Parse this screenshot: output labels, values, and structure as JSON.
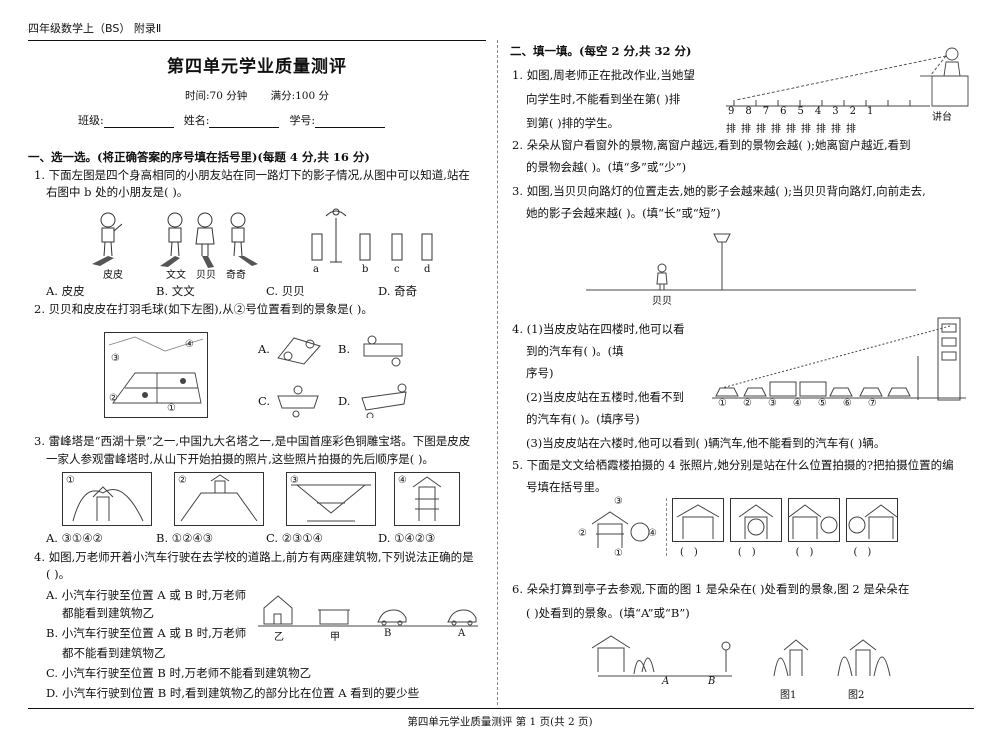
{
  "header": {
    "tag": "四年级数学上（BS） 附录Ⅱ",
    "title": "第四单元学业质量测评",
    "time": "时间:70 分钟",
    "score": "满分:100 分",
    "class_label": "班级:",
    "name_label": "姓名:",
    "id_label": "学号:"
  },
  "section1": {
    "heading": "一、选一选。(将正确答案的序号填在括号里)(每题 4 分,共 16 分)",
    "q1": {
      "line1": "1. 下面左图是四个身高相同的小朋友站在同一路灯下的影子情况,从图中可以知道,站在",
      "line2": "右图中 b 处的小朋友是(      )。",
      "kids": [
        "皮皮",
        "文文",
        "贝贝",
        "奇奇"
      ],
      "slots": [
        "a",
        "b",
        "c",
        "d"
      ],
      "options": [
        "A. 皮皮",
        "B. 文文",
        "C. 贝贝",
        "D. 奇奇"
      ]
    },
    "q2": {
      "line1": "2. 贝贝和皮皮在打羽毛球(如下左图),从②号位置看到的景象是(      )。",
      "options": [
        "A.",
        "B.",
        "C.",
        "D."
      ],
      "positions": [
        "①",
        "②",
        "③",
        "④"
      ]
    },
    "q3": {
      "line1": "3. 雷峰塔是“西湖十景”之一,中国九大名塔之一,是中国首座彩色铜雕宝塔。下图是皮皮",
      "line2": "一家人参观雷峰塔时,从山下开始拍摄的照片,这些照片拍摄的先后顺序是(      )。",
      "photos": [
        "①",
        "②",
        "③",
        "④"
      ],
      "options": [
        "A. ③①④②",
        "B. ①②④③",
        "C. ②③①④",
        "D. ①④②③"
      ]
    },
    "q4": {
      "line1": "4. 如图,万老师开着小汽车行驶在去学校的道路上,前方有两座建筑物,下列说法正确的是",
      "line2": "(      )。",
      "optA1": "A. 小汽车行驶至位置 A 或 B 时,万老师",
      "optA2": "都能看到建筑物乙",
      "optB1": "B. 小汽车行驶至位置 A 或 B 时,万老师",
      "optB2": "都不能看到建筑物乙",
      "optC": "C. 小汽车行驶至位置 B 时,万老师不能看到建筑物乙",
      "optD": "D. 小汽车行驶到位置 B 时,看到建筑物乙的部分比在位置 A 看到的要少些",
      "labels": [
        "乙",
        "甲",
        "B",
        "A"
      ]
    }
  },
  "section2": {
    "heading": "二、填一填。(每空 2 分,共 32 分)",
    "q1": {
      "line1": "1. 如图,周老师正在批改作业,当她望",
      "line2": "向学生时,不能看到坐在第(      )排",
      "line3": "到第(      )排的学生。",
      "rows": [
        "9",
        "8",
        "7",
        "6",
        "5",
        "4",
        "3",
        "2",
        "1"
      ],
      "row_word": "排",
      "podium": "讲台"
    },
    "q2": {
      "line1": "2. 朵朵从窗户看窗外的景物,离窗户越远,看到的景物会越(      );她离窗户越近,看到",
      "line2": "的景物会越(      )。(填“多”或“少”)"
    },
    "q3": {
      "line1": "3. 如图,当贝贝向路灯的位置走去,她的影子会越来越(      );当贝贝背向路灯,向前走去,",
      "line2": "她的影子会越来越(      )。(填“长”或“短”)",
      "girl": "贝贝"
    },
    "q4": {
      "line1": "4. (1)当皮皮站在四楼时,他可以看",
      "line2": "到的汽车有(                )。(填",
      "line3": "序号)",
      "line4": "(2)当皮皮站在五楼时,他看不到",
      "line5": "的汽车有(              )。(填序号)",
      "line6": "(3)当皮皮站在六楼时,他可以看到(      )辆汽车,他不能看到的汽车有(      )辆。",
      "cars": [
        "①",
        "②",
        "③",
        "④",
        "⑤",
        "⑥",
        "⑦"
      ]
    },
    "q5": {
      "line1": "5. 下面是文文给栖霞楼拍摄的 4 张照片,她分别是站在什么位置拍摄的?把拍摄位置的编",
      "line2": "号填在括号里。",
      "positions": [
        "①",
        "②",
        "③",
        "④"
      ]
    },
    "q6": {
      "line1": "6. 朵朵打算到亭子去参观,下面的图 1 是朵朵在(      )处看到的景象,图 2 是朵朵在",
      "line2": "(      )处看到的景象。(填“A”或“B”)",
      "labels": [
        "A",
        "B",
        "图1",
        "图2"
      ]
    }
  },
  "footer": "第四单元学业质量测评   第 1 页(共 2 页)"
}
